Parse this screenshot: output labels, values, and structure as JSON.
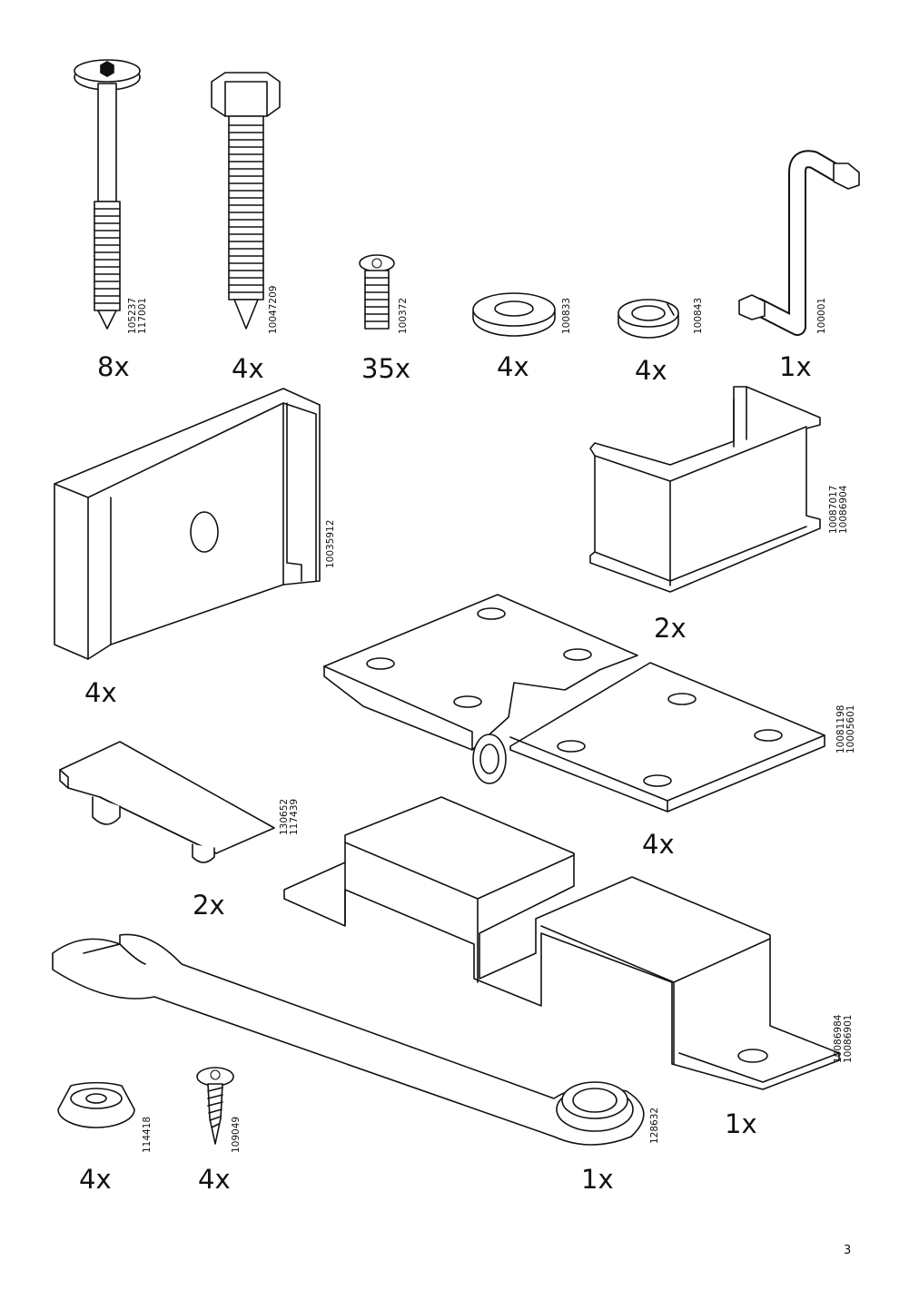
{
  "page": {
    "number": "3"
  },
  "parts": [
    {
      "id": "bolt-long",
      "qty": "8x",
      "codes": [
        "105237",
        "117001"
      ]
    },
    {
      "id": "hex-bolt",
      "qty": "4x",
      "codes": [
        "10047209"
      ]
    },
    {
      "id": "small-screw",
      "qty": "35x",
      "codes": [
        "100372"
      ]
    },
    {
      "id": "washer",
      "qty": "4x",
      "codes": [
        "100833"
      ]
    },
    {
      "id": "spring-washer",
      "qty": "4x",
      "codes": [
        "100843"
      ]
    },
    {
      "id": "allen-key",
      "qty": "1x",
      "codes": [
        "100001"
      ]
    },
    {
      "id": "bracket-plate",
      "qty": "4x",
      "codes": [
        "10035912"
      ]
    },
    {
      "id": "u-bracket",
      "qty": "2x",
      "codes": [
        "10087017",
        "10086904"
      ]
    },
    {
      "id": "hinge",
      "qty": "4x",
      "codes": [
        "10081198",
        "10005601"
      ]
    },
    {
      "id": "clip",
      "qty": "2x",
      "codes": [
        "130652",
        "117439"
      ]
    },
    {
      "id": "omega-bracket",
      "qty": "1x",
      "codes": [
        "10086984",
        "10086901"
      ]
    },
    {
      "id": "bumper",
      "qty": "4x",
      "codes": [
        "114418"
      ]
    },
    {
      "id": "wood-screw",
      "qty": "4x",
      "codes": [
        "109049"
      ]
    },
    {
      "id": "wrench",
      "qty": "1x",
      "codes": [
        "128632"
      ]
    }
  ]
}
